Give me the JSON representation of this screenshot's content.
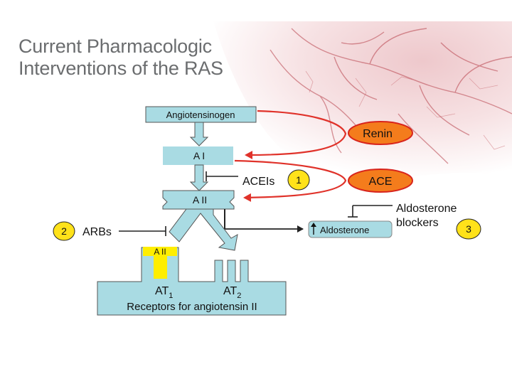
{
  "slide": {
    "title_line1": "Current Pharmacologic",
    "title_line2": "Interventions of the RAS"
  },
  "diagram": {
    "angiotensinogen": "Angiotensinogen",
    "a1": "A I",
    "a2": "A II",
    "a2_bound": "A II",
    "renin": "Renin",
    "ace": "ACE",
    "aceis": "ACEIs",
    "arbs": "ARBs",
    "aldosterone": "Aldosterone",
    "aldo_blockers_line1": "Aldosterone",
    "aldo_blockers_line2": "blockers",
    "badge1": "1",
    "badge2": "2",
    "badge3": "3",
    "at1": "AT",
    "at1_sub": "1",
    "at2": "AT",
    "at2_sub": "2",
    "receptors": "Receptors for angiotensin II"
  },
  "colors": {
    "box_fill": "#a9dbe3",
    "box_stroke": "#555555",
    "red_arrow": "#e0322a",
    "renin_fill": "#f47c1c",
    "renin_stroke": "#d8241c",
    "badge_fill": "#ffe21a",
    "highlight": "#ffee00",
    "title": "#6b6d6f"
  }
}
